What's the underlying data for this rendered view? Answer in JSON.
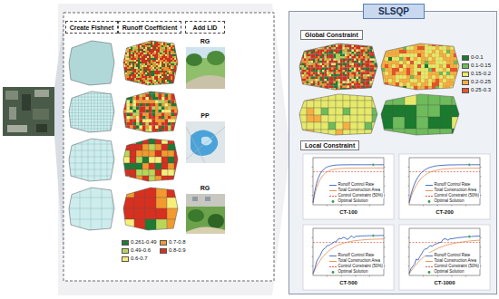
{
  "diagram": {
    "nodes": [
      {
        "text": [
          "Create Fishnet"
        ]
      },
      {
        "text": [
          "Runoff Coefficient"
        ]
      },
      {
        "text": [
          "Add LID"
        ]
      },
      {
        "text": [
          "SLSQP"
        ]
      },
      {
        "text": [
          "Global Constraint"
        ],
        "in": 3
      },
      {
        "text": [
          "Local Constraint"
        ],
        "in": 3
      }
    ],
    "labels": [
      "RG",
      "PP",
      "RG",
      "CT-100",
      "CT-200",
      "CT-500",
      "CT-1000"
    ],
    "legend": [
      {
        "text": "0.261-0.49",
        "color": "#1e7b34"
      },
      {
        "text": "0.7-0.8",
        "color": "#f29a2e"
      },
      {
        "text": "0.49-0.6",
        "color": "#b8d65a"
      },
      {
        "text": "0.8-0.9",
        "color": "#d7301f"
      },
      {
        "text": "0.6-0.7",
        "color": "#f6ee7a"
      },
      {
        "text": "0-0.1",
        "color": "#1a7a2e"
      },
      {
        "text": "0.1-0.15",
        "color": "#6dbb5a"
      },
      {
        "text": "0.15-0.2",
        "color": "#e6e96a"
      },
      {
        "text": "0.2-0.25",
        "color": "#f5b042"
      },
      {
        "text": "0.25-0.3",
        "color": "#e8542b"
      },
      {
        "text": "Runoff Control Rate"
      },
      {
        "text": "Total Construction Area"
      },
      {
        "text": "Control Constraint (50%)"
      },
      {
        "text": "Optimal Solution"
      },
      {
        "text": "Runoff Control Rate"
      },
      {
        "text": "Total Construction Area"
      },
      {
        "text": "Control Constraint (50%)"
      },
      {
        "text": "Optimal Solution"
      },
      {
        "text": "Runoff Control Rate"
      },
      {
        "text": "Total Construction Area"
      },
      {
        "text": "Control Constraint (50%)"
      },
      {
        "text": "Optimal Solution"
      },
      {
        "text": "Runoff Control Rate"
      },
      {
        "text": "Total Construction Area"
      },
      {
        "text": "Control Constraint (50%)"
      },
      {
        "text": "Optimal Solution"
      }
    ]
  }
}
